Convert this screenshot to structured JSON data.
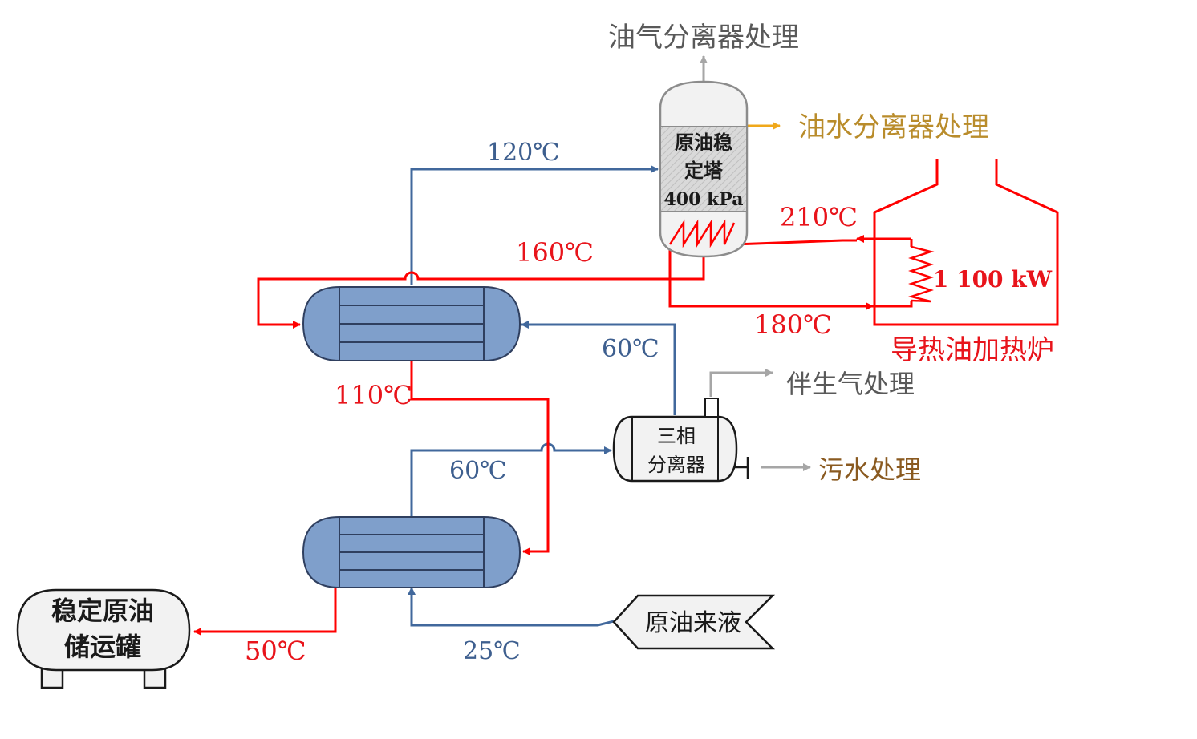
{
  "colors": {
    "hot_line": "#ff0000",
    "cold_line": "#41689c",
    "gray_line": "#a6a6a6",
    "gold_arrow": "#f0a81a",
    "exchanger_fill": "#7f9fcb",
    "vessel_fill": "#f2f2f2"
  },
  "outputs": {
    "gas_separator": "油气分离器处理",
    "oil_water_separator": "油水分离器处理",
    "associated_gas": "伴生气处理",
    "sewage": "污水处理"
  },
  "column": {
    "line1": "原油稳",
    "line2": "定塔",
    "pressure": "400 kPa"
  },
  "heater": {
    "name": "导热油加热炉",
    "power": "1 100 kW"
  },
  "separator": {
    "line1": "三相",
    "line2": "分离器"
  },
  "storage": {
    "line1": "稳定原油",
    "line2": "储运罐"
  },
  "feed": {
    "label": "原油来液"
  },
  "temperatures": {
    "t120": "120℃",
    "t160": "160℃",
    "t210": "210℃",
    "t180": "180℃",
    "t60_top": "60℃",
    "t110": "110℃",
    "t60_mid": "60℃",
    "t50": "50℃",
    "t25": "25℃"
  }
}
